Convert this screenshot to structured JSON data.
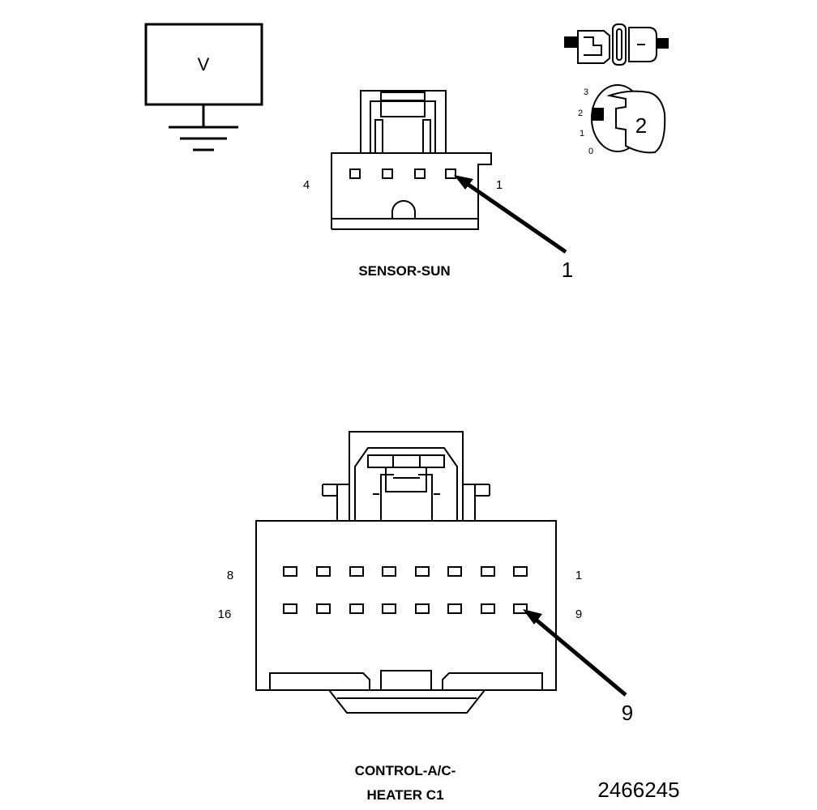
{
  "voltmeter": {
    "symbol": "V"
  },
  "sensor_sun": {
    "caption": "SENSOR-SUN",
    "pin_left": "4",
    "pin_right": "1",
    "callout": "1"
  },
  "key_indicator": {
    "positions": [
      "3",
      "2",
      "1",
      "0"
    ],
    "callout": "2"
  },
  "control_connector": {
    "caption_line1": "CONTROL-A/C-",
    "caption_line2": "HEATER C1",
    "row1_left": "8",
    "row1_right": "1",
    "row2_left": "16",
    "row2_right": "9",
    "callout": "9"
  },
  "figure_number": "2466245"
}
